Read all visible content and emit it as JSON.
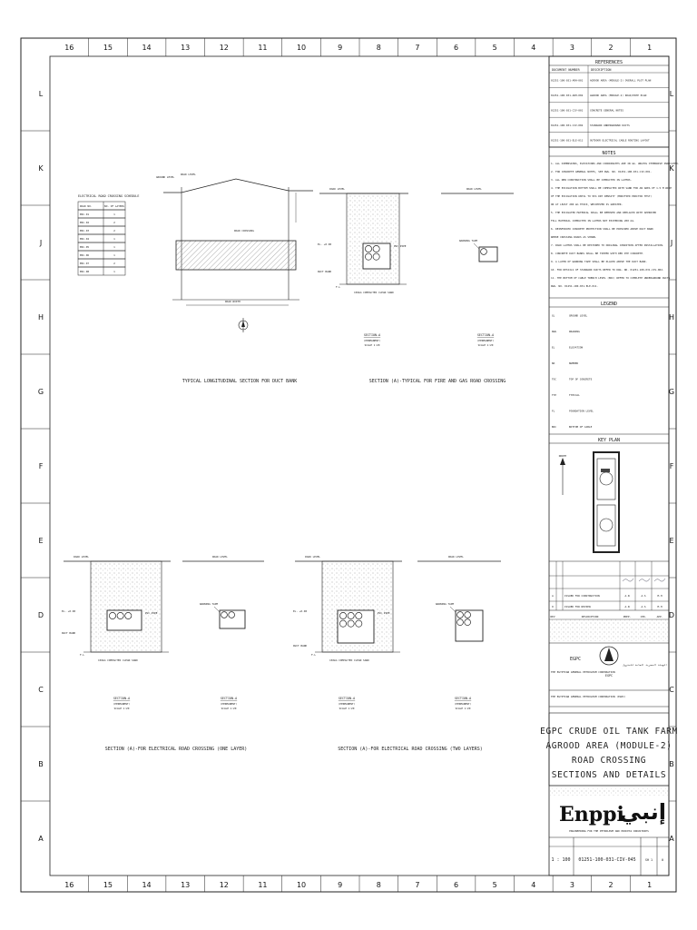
{
  "border": {
    "columns": [
      "16",
      "15",
      "14",
      "13",
      "12",
      "11",
      "10",
      "9",
      "8",
      "7",
      "6",
      "5",
      "4",
      "3",
      "2",
      "1"
    ],
    "rows": [
      "L",
      "K",
      "J",
      "H",
      "G",
      "F",
      "E",
      "D",
      "C",
      "B",
      "A"
    ]
  },
  "references": {
    "title": "REFERENCES",
    "headers": [
      "DOCUMENT NUMBER",
      "DESCRIPTION"
    ],
    "rows": [
      [
        "01251-100-031-ARH-001",
        "AGROOD AREA (MODULE-2) OVERALL PLOT PLAN"
      ],
      [
        "01251-100-031-ARH-002",
        "AGROOD AREA (MODULE-2) ROAD/PIPE PLAN"
      ],
      [
        "01251-100-031-CIV-001",
        "CONCRETE GENERAL NOTES"
      ],
      [
        "01251-100-031-CIV-002",
        "STANDARD UNDERGROUND DUCTS"
      ],
      [
        "01251-100-031-ELE-011",
        "OUTDOOR ELECTRICAL CABLE ROUTING LAYOUT"
      ]
    ]
  },
  "notes": {
    "title": "NOTES",
    "lines": [
      "1. ALL DIMENSIONS, ELEVATIONS AND COORDINATES ARE IN mm. UNLESS OTHERWISE INDICATED.",
      "2. FOR CONCRETE GENERAL NOTES, SEE DWG. NO. 01251-100-031-CIV-001.",
      "3. ALL NEW CONSTRUCTION SHALL BE COMPACTED IN LAYERS.",
      "4. THE EXCAVATION BOTTOM SHALL BE COMPACTED WITH SAND FOR AN AREA OF 1.5 M WIDE",
      "   OF THE EXCAVATION UNTIL TO 95% DRY DENSITY (MODIFIED PROCTOR TEST)",
      "   OR AT LEAST 200 mm THICK, WHICHEVER IS GREATER.",
      "5. THE EXCAVATED MATERIAL SHALL BE REMOVED AND REPLACED WITH APPROVED",
      "   FILL MATERIAL COMPACTED IN LAYERS NOT EXCEEDING 200 mm.",
      "6. REINFORCED CONCRETE PROTECTION SHALL BE PROVIDED ABOVE DUCT BANK",
      "   WHERE CROSSING ROADS AS SHOWN.",
      "7. ROAD LAYERS SHALL BE RESTORED TO ORIGINAL CONDITION AFTER INSTALLATION.",
      "8. CONCRETE DUCT BANKS SHALL BE TOPPED WITH RED DYE CONCRETE.",
      "9. A LAYER OF WARNING TAPE SHALL BE PLACED ABOVE THE DUCT BANK.",
      "10. FOR DETAILS OF STANDARD DUCTS REFER TO DWG. NO. 01251-100-031-CIV-002.",
      "11. THE BOTTOM OF CABLE TRENCH LEVEL (BOC) REFER TO COMPLETE UNDERGROUND DUCTS",
      "    DWG. NO. 01251-100-031-ELE-011."
    ]
  },
  "legend": {
    "title": "LEGEND",
    "items": [
      [
        "GL",
        "GROUND LEVEL"
      ],
      [
        "DWG",
        "DRAWING"
      ],
      [
        "EL",
        "ELEVATION"
      ],
      [
        "NO",
        "NUMBER"
      ],
      [
        "TOC",
        "TOP OF CONCRETE"
      ],
      [
        "TYP",
        "TYPICAL"
      ],
      [
        "FL",
        "FOUNDATION LEVEL"
      ],
      [
        "BOC",
        "BOTTOM OF CABLE"
      ]
    ]
  },
  "key_plan": {
    "title": "KEY PLAN",
    "north": "NORTH"
  },
  "revisions": {
    "rows": [
      [
        "A",
        "ISSUED FOR CONSTRUCTION",
        "A.N",
        "A.S",
        "M.H"
      ],
      [
        "0",
        "ISSUED FOR REVIEW",
        "A.N",
        "A.S",
        "M.H"
      ]
    ],
    "headers": [
      "REV",
      "DESCRIPTION",
      "PREP.",
      "CHK.",
      "APP."
    ]
  },
  "owner": {
    "name": "EGPC",
    "english": "THE EGYPTIAN GENERAL PETROLEUM CORPORATION",
    "arabic": "الهيئة المصرية العامة للبترول",
    "client_line": "THE EGYPTIAN GENERAL PETROLEUM CORPORATION (EGPC)"
  },
  "title_block": {
    "lines": [
      "EGPC CRUDE OIL TANK FARM",
      "AGROOD AREA (MODULE-2)",
      "ROAD CROSSING",
      "SECTIONS AND DETAILS"
    ],
    "company_latin": "Enppi",
    "company_arabic": "إنبي",
    "company_sub": "ENGINEERING FOR THE PETROLEUM AND PROCESS INDUSTRIES",
    "scale": "1 : 100",
    "drawing_no": "01251-100-031-CIV-045",
    "sheet": "SH 1",
    "rev": "0"
  },
  "schedule": {
    "title": "ELECTRICAL ROAD CROSSING SCHEDULE",
    "headers": [
      "ROAD NO.",
      "NO. OF LAYERS"
    ],
    "rows": [
      [
        "ERC-01",
        "1"
      ],
      [
        "ERC-02",
        "2"
      ],
      [
        "ERC-03",
        "2"
      ],
      [
        "ERC-04",
        "1"
      ],
      [
        "ERC-05",
        "1"
      ],
      [
        "ERC-06",
        "1"
      ],
      [
        "ERC-07",
        "2"
      ],
      [
        "ERC-08",
        "1"
      ]
    ]
  },
  "views": {
    "longitudinal": {
      "caption": "TYPICAL LONGITUDINAL SECTION FOR DUCT BANK",
      "labels": [
        "GROUND LEVEL",
        "ROAD LEVEL",
        "ROAD CROSSING",
        "ROAD WIDTH"
      ]
    },
    "fire_gas": {
      "caption": "SECTION (A)-TYPICAL FOR FIRE AND GAS ROAD CROSSING",
      "section_a": {
        "title": "SECTION-A",
        "sub": "(PERMANENT)",
        "scale": "SCALE 1:20"
      },
      "section_b": {
        "title": "SECTION-A",
        "sub": "(PERMANENT)",
        "scale": "SCALE 1:20"
      }
    },
    "elec_one": {
      "caption": "SECTION (A)-FOR ELECTRICAL ROAD CROSSING (ONE LAYER)",
      "section_a": {
        "title": "SECTION-A",
        "sub": "(PERMANENT)",
        "scale": "SCALE 1:20"
      },
      "section_b": {
        "title": "SECTION-A",
        "sub": "(PERMANENT)",
        "scale": "SCALE 1:20"
      }
    },
    "elec_two": {
      "caption": "SECTION (A)-FOR ELECTRICAL ROAD CROSSING (TWO LAYERS)",
      "section_a": {
        "title": "SECTION-A",
        "sub": "(PERMANENT)",
        "scale": "SCALE 1:20"
      },
      "section_b": {
        "title": "SECTION-A",
        "sub": "(PERMANENT)",
        "scale": "SCALE 1:20"
      }
    },
    "labels": {
      "road_level": "ROAD LEVEL",
      "duct_bank": "DUCT BANK",
      "pvc": "PVC PIPE",
      "sand": "150mm COMPACTED CLEAN SAND",
      "fl": "F.L",
      "warning": "WARNING TAPE",
      "el": "EL. +0.00"
    }
  }
}
